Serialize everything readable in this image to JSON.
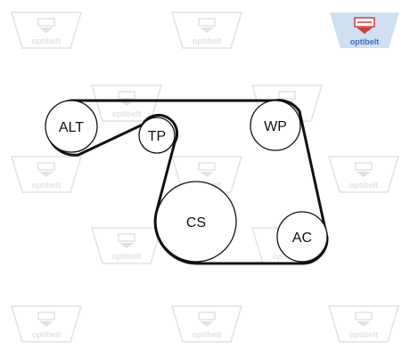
{
  "brand": {
    "name": "optibelt",
    "logo_color": "#3f6fb5",
    "logo_bg": "#cfe0f3",
    "watermark_color": "#e2e2e2"
  },
  "diagram": {
    "belt_color": "#111111",
    "pulleys": [
      {
        "id": "alt",
        "label": "ALT"
      },
      {
        "id": "tp",
        "label": "TP"
      },
      {
        "id": "wp",
        "label": "WP"
      },
      {
        "id": "cs",
        "label": "CS"
      },
      {
        "id": "ac",
        "label": "AC"
      }
    ]
  }
}
